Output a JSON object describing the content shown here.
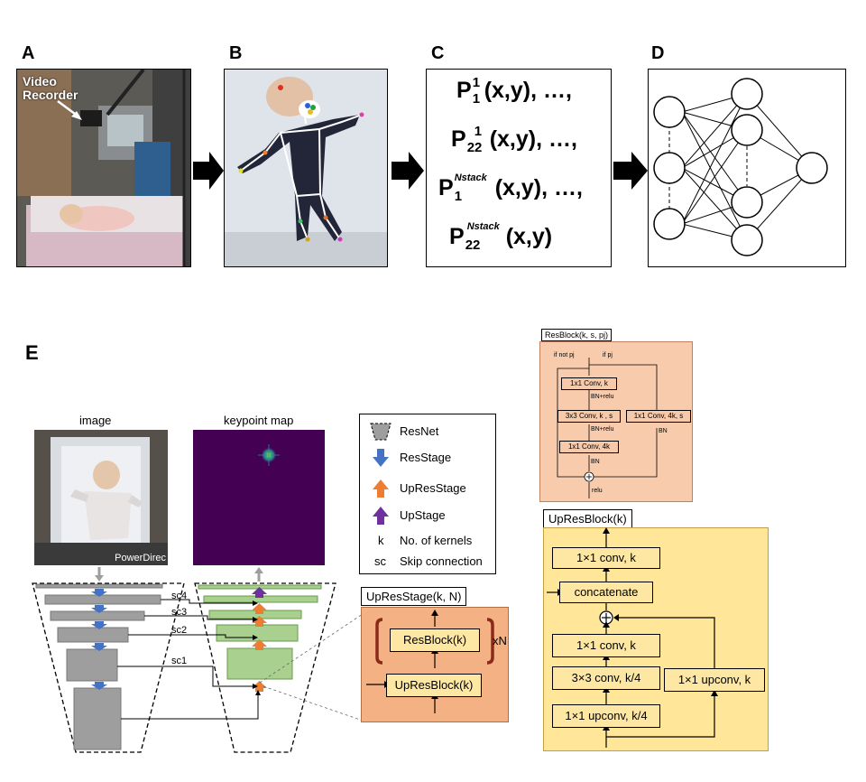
{
  "panels": {
    "a": "A",
    "b": "B",
    "c": "C",
    "d": "D",
    "e": "E"
  },
  "panel_a": {
    "annotation": "Video\nRecorder"
  },
  "panel_c": {
    "lines": [
      {
        "base": "P",
        "sub": "1",
        "sup": "1",
        "tail": "(x,y), …,"
      },
      {
        "base": "P",
        "sub": "22",
        "sup": "1",
        "tail": "(x,y), …,"
      },
      {
        "base": "P",
        "sub": "1",
        "sup": "Nstack",
        "tail": "(x,y), …,"
      },
      {
        "base": "P",
        "sub": "22",
        "sup": "Nstack",
        "tail": "(x,y)"
      }
    ]
  },
  "panel_e": {
    "image_title": "image",
    "keypoint_title": "keypoint map",
    "watermark": "PowerDirec",
    "skip_labels": [
      "sc4",
      "sc3",
      "sc2",
      "sc1"
    ],
    "legend": {
      "resnet": "ResNet",
      "resstage": "ResStage",
      "upresstage": "UpResStage",
      "upstage": "UpStage",
      "k_key": "k",
      "k_desc": "No. of kernels",
      "sc_key": "sc",
      "sc_desc": "Skip connection"
    },
    "upresstage": {
      "title": "UpResStage(k, N)",
      "resblock": "ResBlock(k)",
      "upresblock": "UpResBlock(k)",
      "repeat": "xN"
    },
    "resblock_detail": {
      "title": "ResBlock(k, s, pj)",
      "if_not_pj": "if not pj",
      "if_pj": "if pj",
      "conv1": "1x1 Conv, k",
      "bn_relu1": "BN+relu",
      "conv2": "3x3 Conv, k , s",
      "bn_relu2": "BN+relu",
      "conv3": "1x1 Conv, 4k",
      "bn": "BN",
      "proj": "1x1 Conv, 4k, s",
      "proj_bn": "BN",
      "relu": "relu"
    },
    "upresblock_detail": {
      "title": "UpResBlock(k)",
      "conv_top": "1×1 conv, k",
      "concat": "concatenate",
      "conv_mid": "1×1 conv, k",
      "conv3": "3×3 conv, k/4",
      "upconv_a": "1×1 upconv, k/4",
      "upconv_b": "1×1 upconv, k",
      "plus": "+"
    },
    "colors": {
      "resnet_gray": "#9e9e9e",
      "up_green": "#a9d08e",
      "stage_orange": "#f4b183",
      "block_yellow": "#ffe699",
      "resstage_arrow": "#4472c4",
      "upresstage_arrow": "#ed7d31",
      "upstage_arrow": "#7030a0",
      "keypoint_bg": "#440154"
    }
  }
}
